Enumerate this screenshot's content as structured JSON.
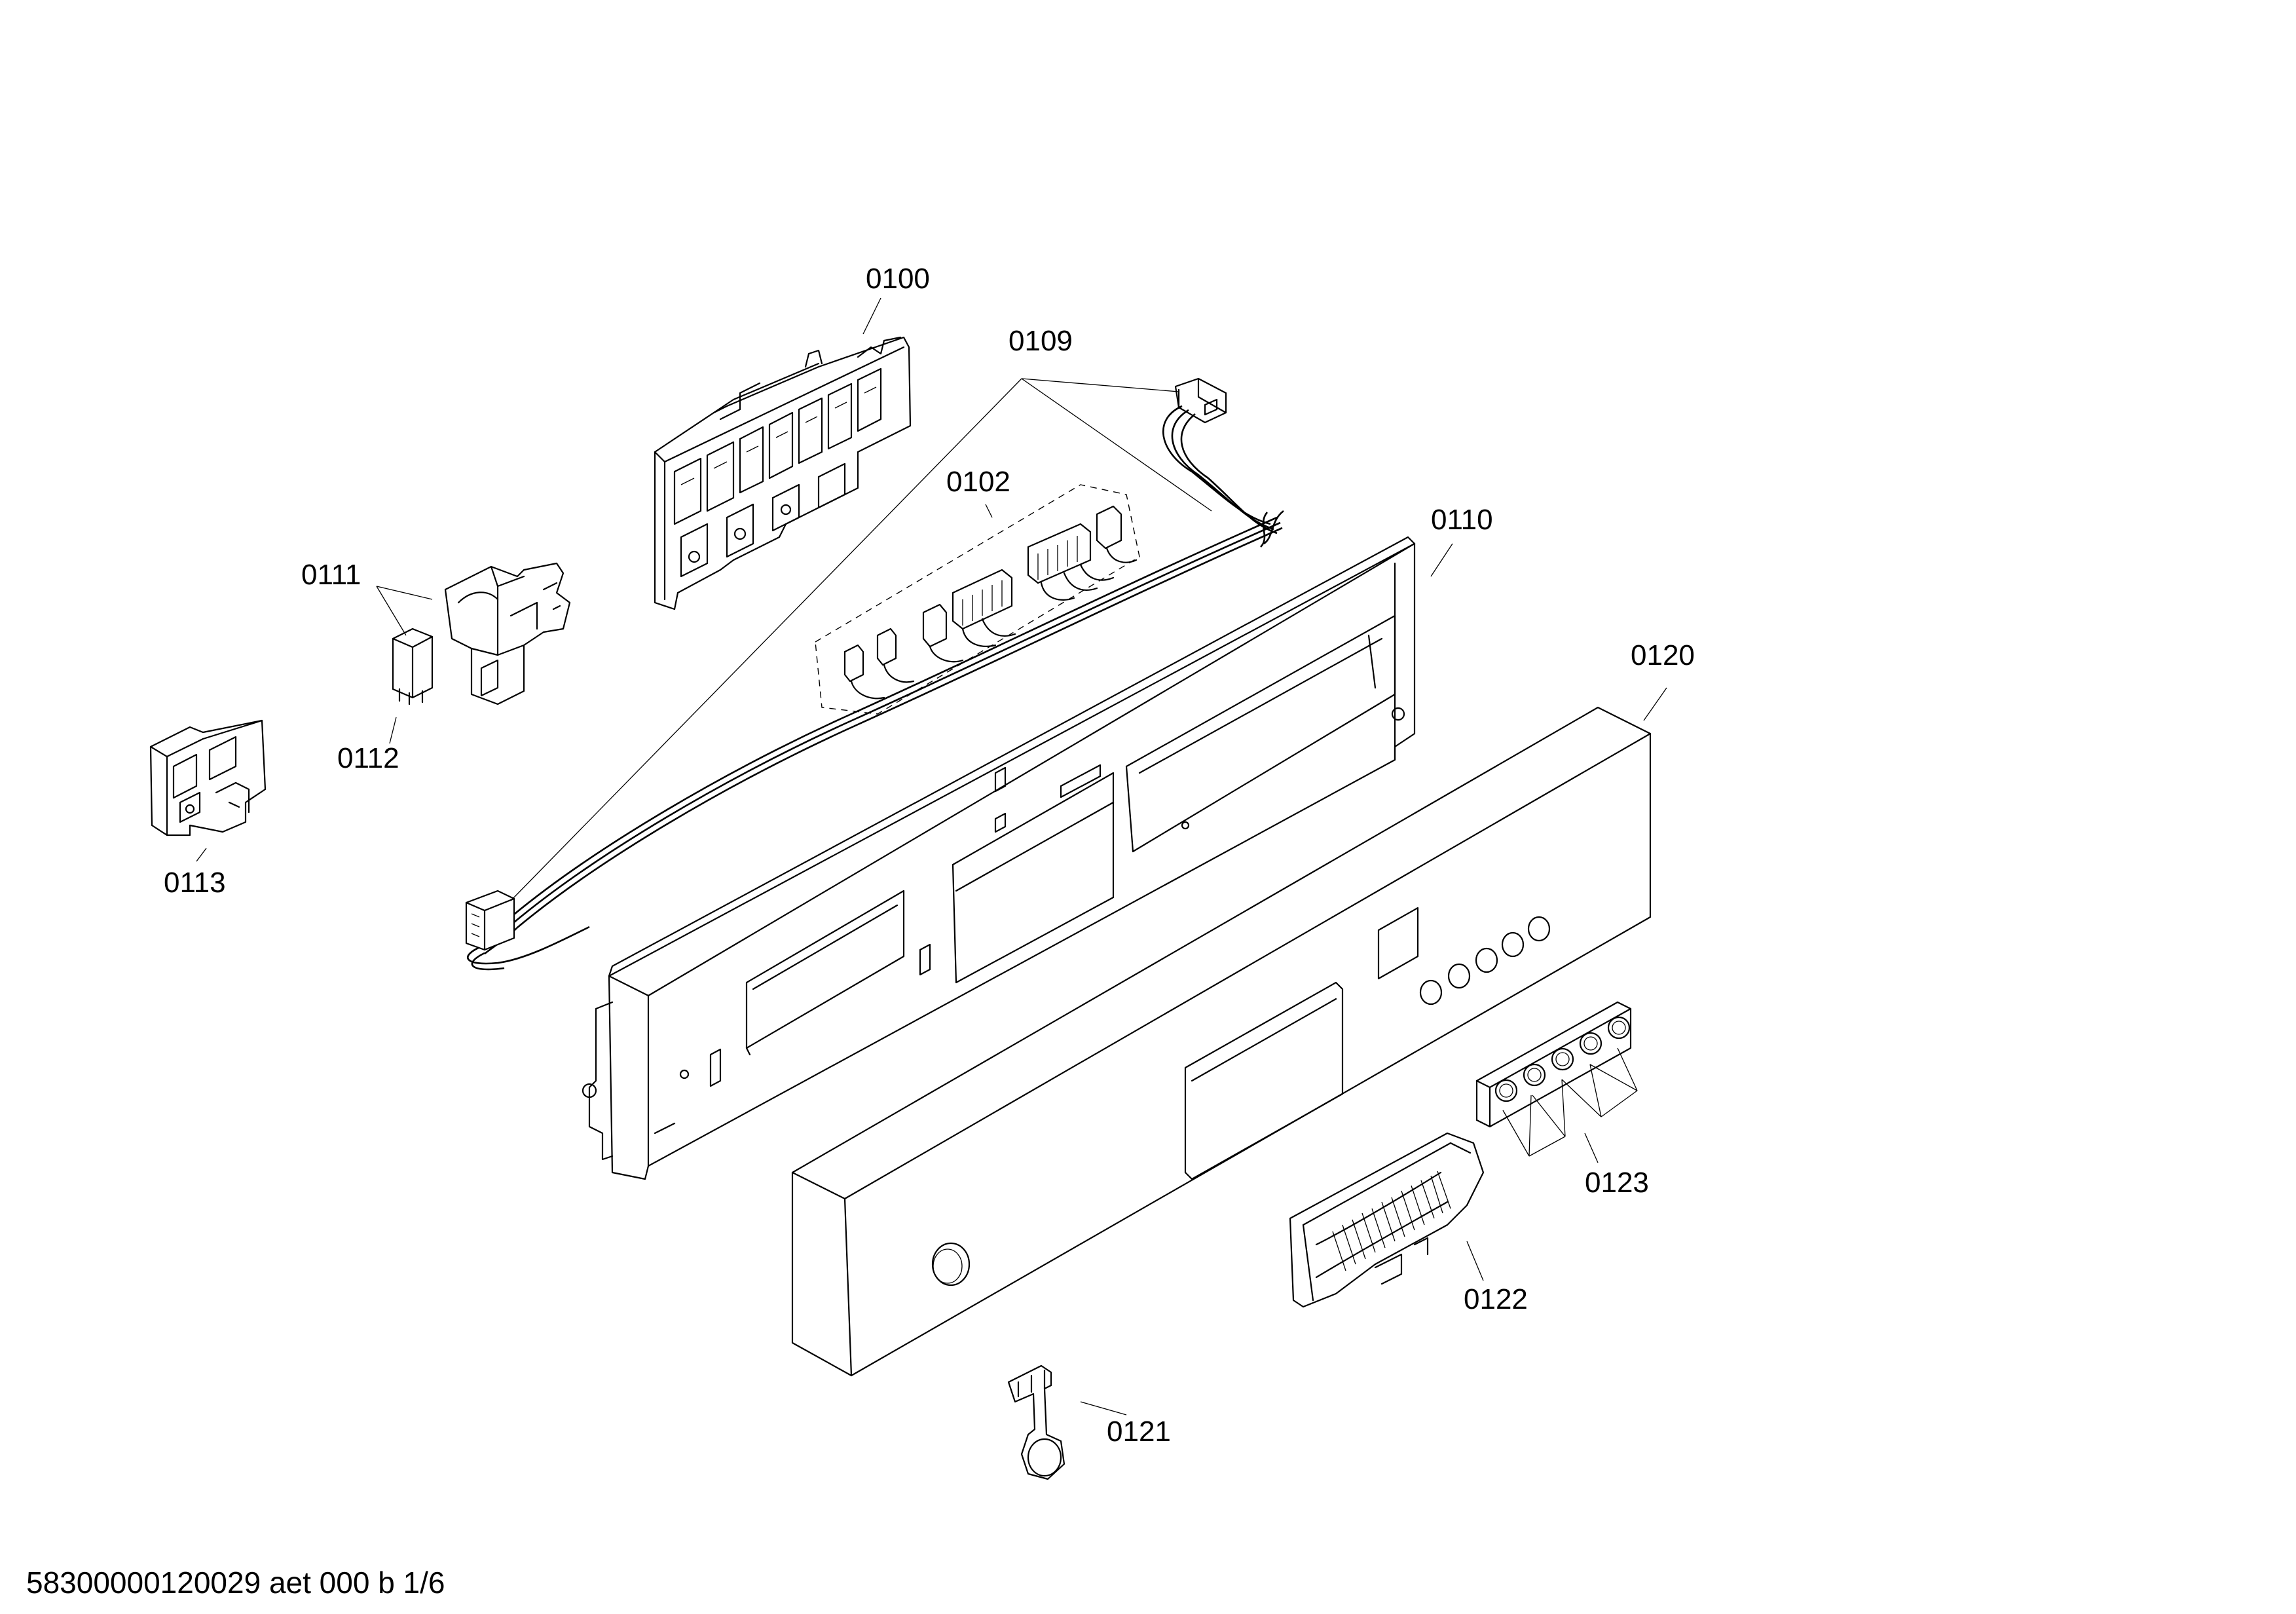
{
  "diagram": {
    "part_labels": {
      "p0100": "0100",
      "p0109": "0109",
      "p0102": "0102",
      "p0110": "0110",
      "p0111": "0111",
      "p0112": "0112",
      "p0113": "0113",
      "p0120": "0120",
      "p0121": "0121",
      "p0122": "0122",
      "p0123": "0123"
    },
    "footer": "58300000120029 aet 000 b 1/6"
  }
}
